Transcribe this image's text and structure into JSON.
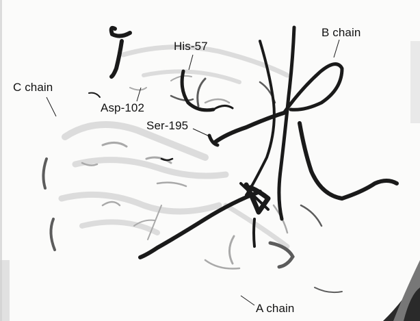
{
  "figure": {
    "labels": {
      "c_chain": "C chain",
      "his57": "His-57",
      "asp102": "Asp-102",
      "ser195": "Ser-195",
      "b_chain": "B chain",
      "a_chain": "A chain"
    },
    "colors": {
      "background": "#fbfbfa",
      "ribbon_dark": "#1a1a1a",
      "ribbon_mid": "#5a5a5a",
      "ribbon_light": "#c9c9c9",
      "ribbon_faint": "#e2e2e2",
      "label_text": "#111111"
    }
  }
}
